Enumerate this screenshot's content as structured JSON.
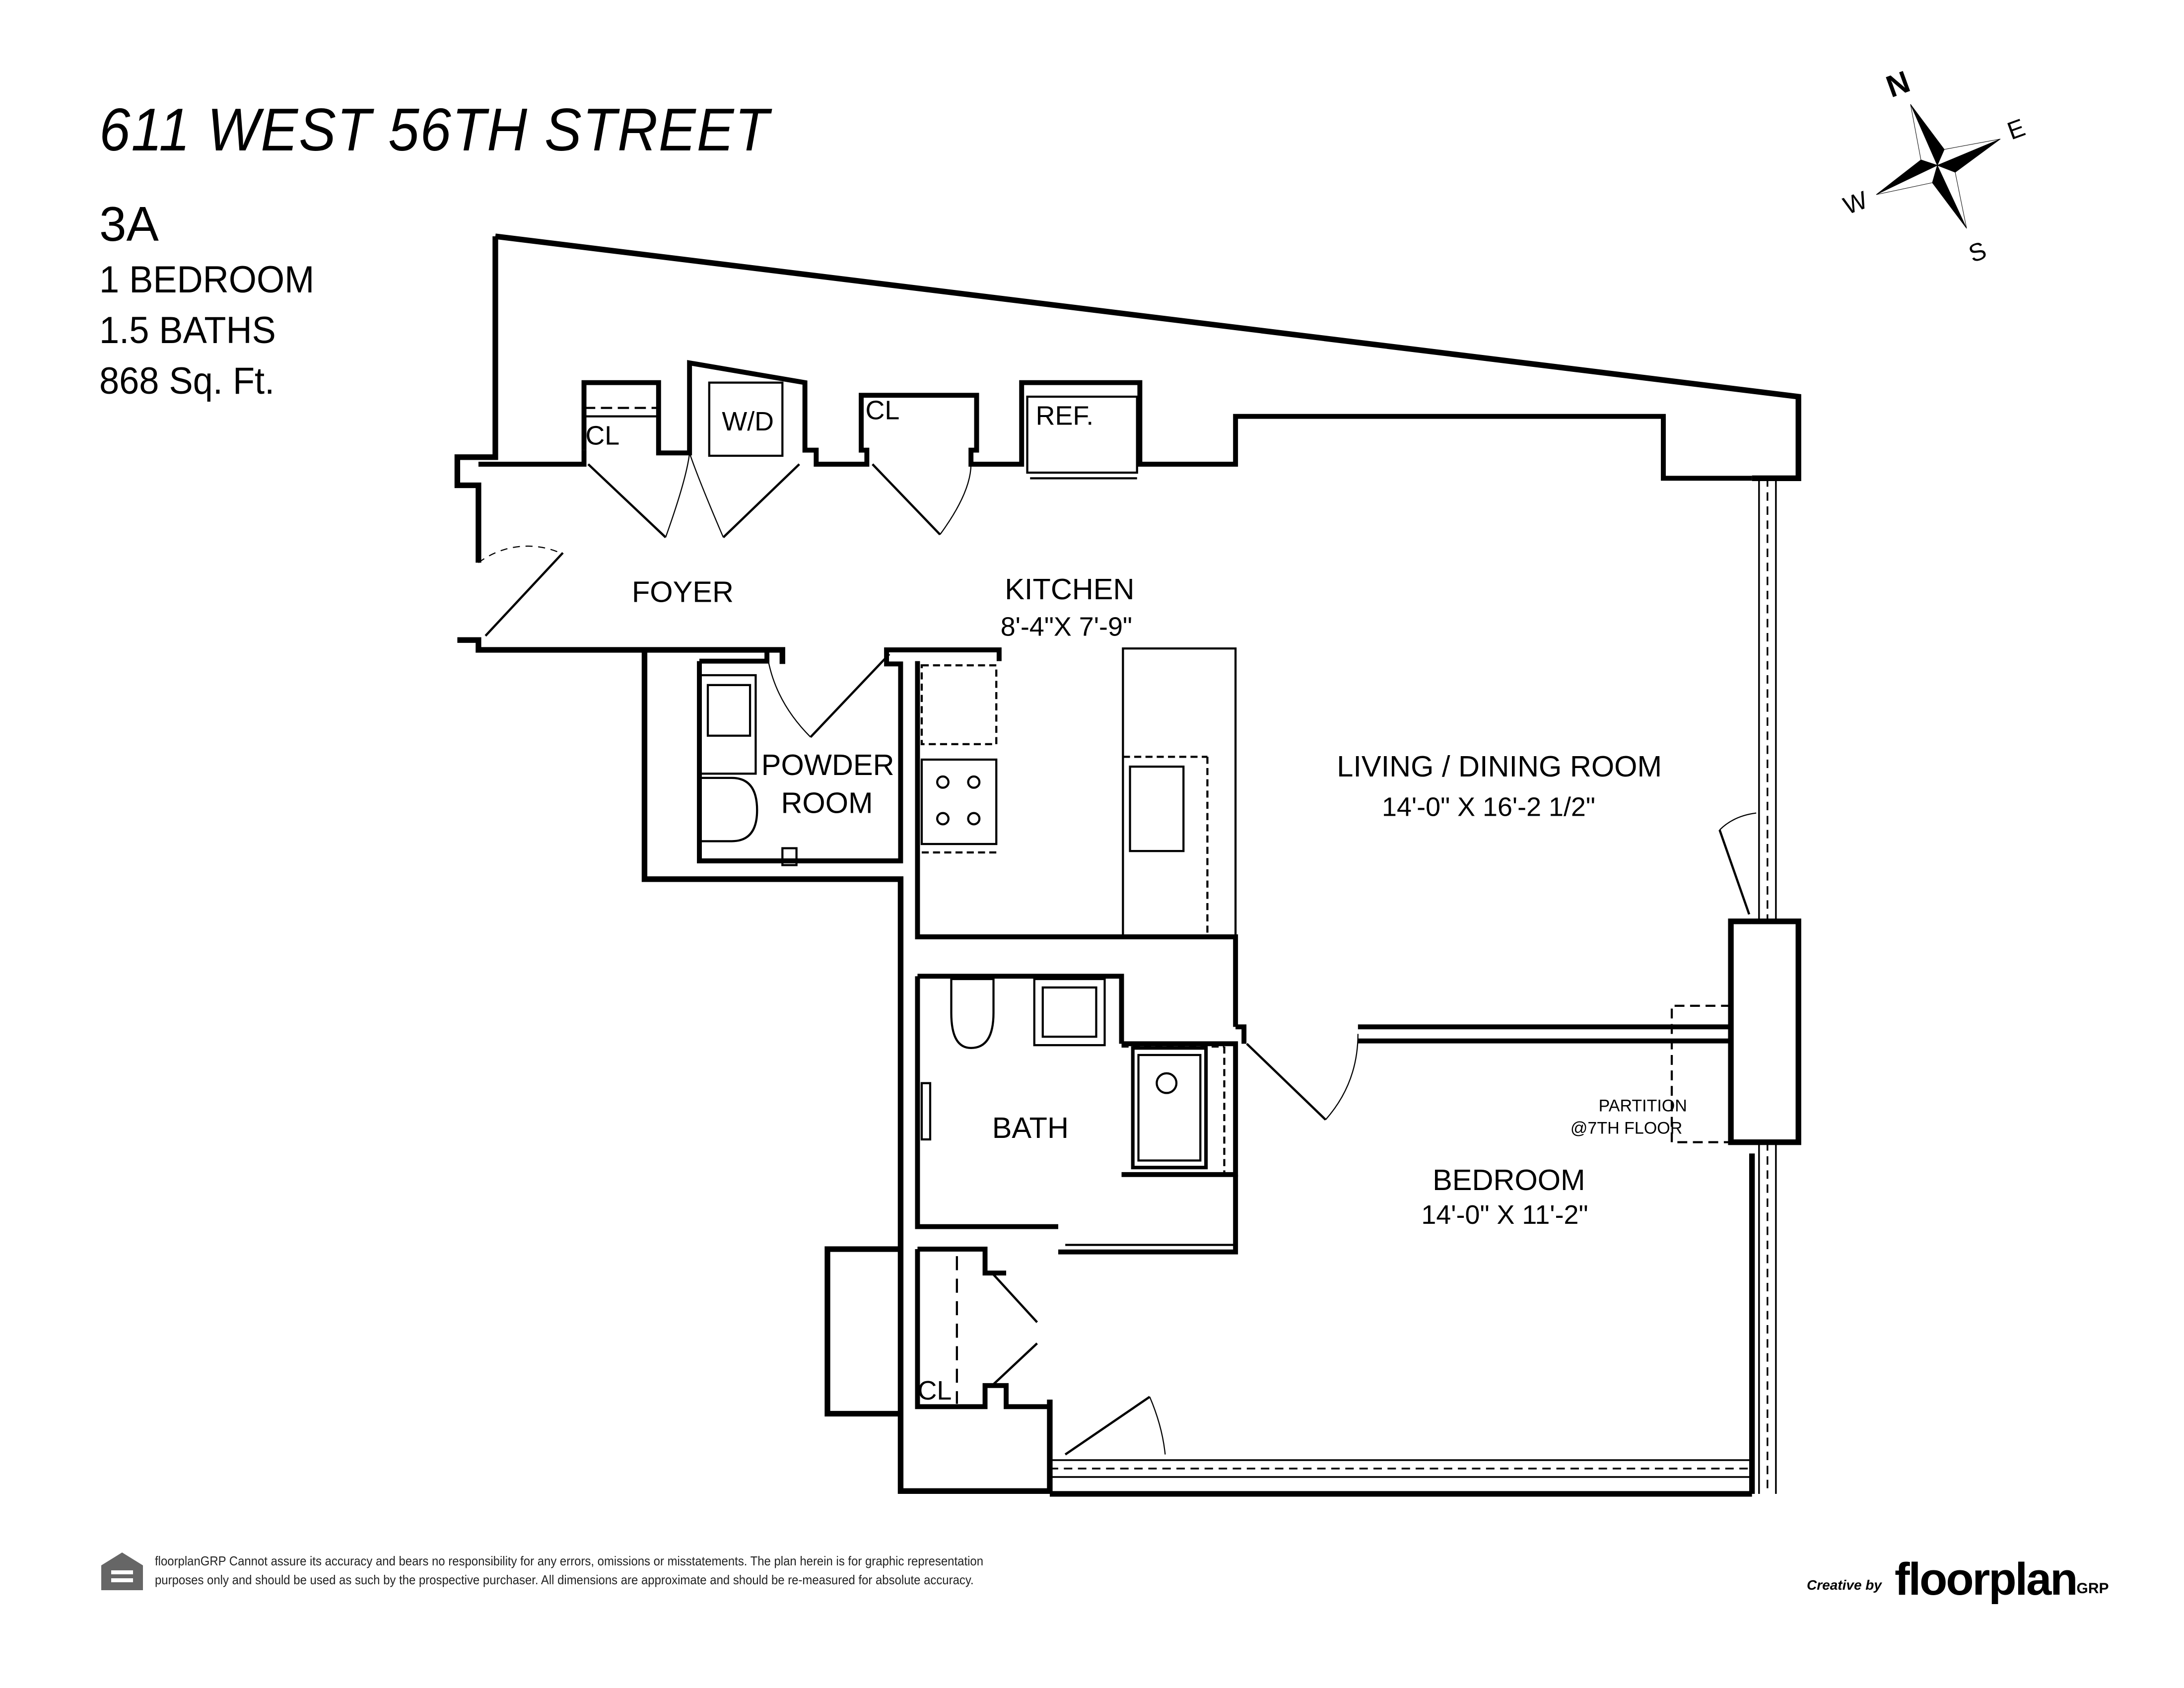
{
  "header": {
    "address": "611 WEST 56TH STREET",
    "unit": "3A",
    "bedrooms": "1 BEDROOM",
    "baths": "1.5 BATHS",
    "area": "868 Sq. Ft."
  },
  "compass": {
    "north": "N",
    "east": "E",
    "south": "S",
    "west": "W",
    "icon": "compass-rose-icon"
  },
  "rooms": {
    "foyer": {
      "name": "FOYER"
    },
    "kitchen": {
      "name": "KITCHEN",
      "dimensions": "8'-4\"X 7'-9\""
    },
    "living": {
      "name": "LIVING / DINING ROOM",
      "dimensions": "14'-0\" X 16'-2 1/2\""
    },
    "powder": {
      "name_line1": "POWDER",
      "name_line2": "ROOM"
    },
    "bath": {
      "name": "BATH"
    },
    "bedroom": {
      "name": "BEDROOM",
      "dimensions": "14'-0\" X 11'-2\""
    }
  },
  "fixtures": {
    "closet_1": "CL",
    "washer_dryer": "W/D",
    "closet_2": "CL",
    "refrigerator": "REF.",
    "closet_3": "CL"
  },
  "notes": {
    "partition_line1": "PARTITION",
    "partition_line2": "@7TH FLOOR"
  },
  "footer": {
    "icon": "equal-housing-icon",
    "disclaimer_line1": "floorplanGRP Cannot assure its accuracy and bears no responsibility for any errors, omissions or misstatements. The plan herein is for graphic representation",
    "disclaimer_line2": "purposes only and should be used as such by the prospective purchaser. All dimensions are approximate and should be re-measured for absolute accuracy.",
    "credit": "Creative by",
    "brand_name": "floorplan",
    "brand_suffix": "GRP"
  },
  "colors": {
    "wall": "#000000",
    "background": "#ffffff",
    "footer_icon": "#666666"
  }
}
